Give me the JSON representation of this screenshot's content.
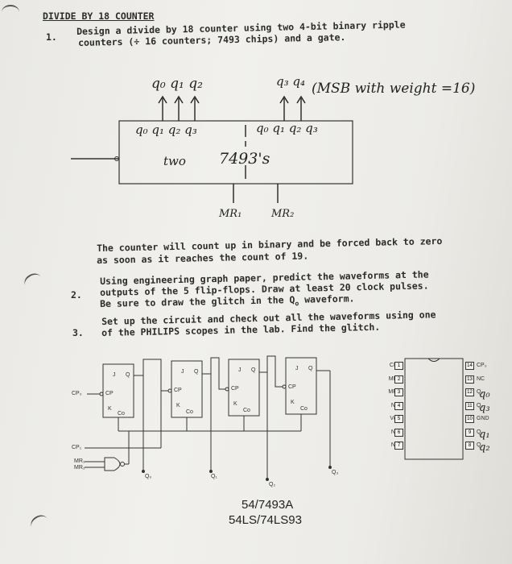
{
  "header": {
    "title": "DIVIDE BY 18 COUNTER"
  },
  "items": [
    {
      "num": "1.",
      "line1": "Design a divide by 18 counter using two 4-bit binary ripple",
      "line2": "counters (÷ 16 counters; 7493 chips) and a gate."
    },
    {
      "num": "2.",
      "line1": "Using engineering graph paper, predict the waveforms at the",
      "line2": "outputs of the 5 flip-flops.  Draw at least 20 clock pulses.",
      "line3": "Be sure to draw the glitch in the Q",
      "line3_sub": "o",
      "line3_end": " waveform."
    },
    {
      "num": "3.",
      "line1": "Set up the circuit and check out all the waveforms using one",
      "line2": "of the PHILIPS scopes in the lab.  Find the glitch."
    }
  ],
  "counting_note": {
    "line1": "The counter will count up in binary and be forced back to zero",
    "line2": "as soon as it reaches the count of 19."
  },
  "handwriting": {
    "top_q_left": "q₀ q₁ q₂",
    "top_q_right": "q₃ q₄",
    "msb_note": "(MSB with weight =16)",
    "box_q_left": "q₀ q₁ q₂ q₃",
    "box_q_right": "q₀ q₁ q₂ q₃",
    "box_two": "two",
    "box_chips": "7493's",
    "mr1": "MR₁",
    "mr2": "MR₂",
    "pin_q0": "q₀",
    "pin_q3": "q₃",
    "pin_q1": "q₁",
    "pin_q2": "q₂"
  },
  "diagram": {
    "cp0": "CP₀",
    "cp1": "CP₁",
    "mr1": "MR₁",
    "mr2": "MR₂",
    "ff_labels": {
      "j": "J",
      "q": "Q",
      "k": "K",
      "cp": "CP",
      "co": "Co"
    },
    "outputs": [
      "Q₀",
      "Q₁",
      "Q₂",
      "Q₃"
    ],
    "caption1": "54/7493A",
    "caption2": "54LS/74LS93"
  },
  "pinout": {
    "left": [
      {
        "label": "CP₁",
        "num": "1"
      },
      {
        "label": "MR₁",
        "num": "2"
      },
      {
        "label": "MR₂",
        "num": "3"
      },
      {
        "label": "NC",
        "num": "4"
      },
      {
        "label": "Vcc",
        "num": "5"
      },
      {
        "label": "NC",
        "num": "6"
      },
      {
        "label": "NC",
        "num": "7"
      }
    ],
    "right": [
      {
        "label": "CP₀",
        "num": "14"
      },
      {
        "label": "NC",
        "num": "13"
      },
      {
        "label": "Q₀",
        "num": "12"
      },
      {
        "label": "Q₃",
        "num": "11"
      },
      {
        "label": "GND",
        "num": "10"
      },
      {
        "label": "Q₁",
        "num": "9"
      },
      {
        "label": "Q₂",
        "num": "8"
      }
    ]
  }
}
